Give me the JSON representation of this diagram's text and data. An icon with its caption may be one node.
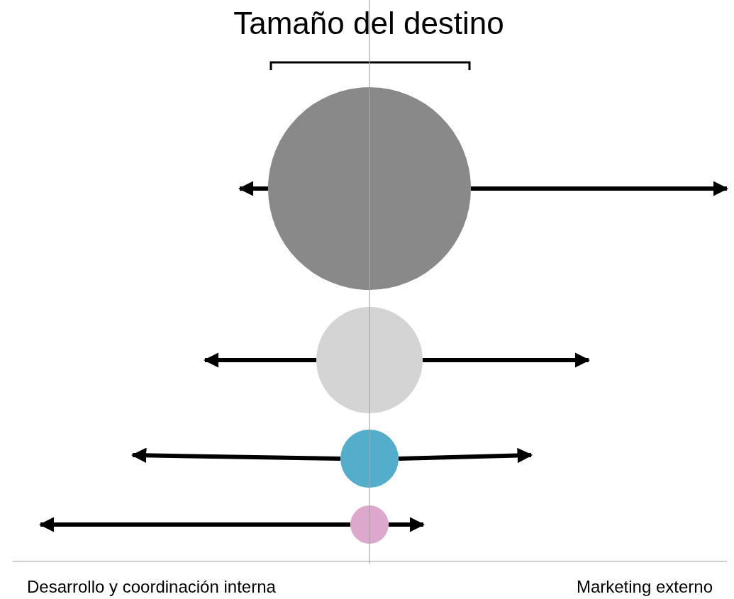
{
  "diagram": {
    "title": "Tamaño del destino",
    "nodes": [
      {
        "text": [],
        "shape": "circle"
      },
      {
        "text": [],
        "shape": "circle"
      },
      {
        "text": [],
        "shape": "circle"
      },
      {
        "text": [],
        "shape": "circle"
      }
    ],
    "edges": [
      {
        "from": 0,
        "to": null,
        "arrow": "to"
      },
      {
        "from": 0,
        "to": null,
        "arrow": "to"
      },
      {
        "from": 1,
        "to": null,
        "arrow": "to"
      },
      {
        "from": 1,
        "to": null,
        "arrow": "to"
      },
      {
        "from": 2,
        "to": null,
        "arrow": "to"
      },
      {
        "from": 2,
        "to": null,
        "arrow": "to"
      },
      {
        "from": 3,
        "to": null,
        "arrow": "to"
      },
      {
        "from": 3,
        "to": null,
        "arrow": "to"
      }
    ],
    "labels": [
      "Desarrollo y coordinación interna",
      "Marketing externo"
    ]
  }
}
